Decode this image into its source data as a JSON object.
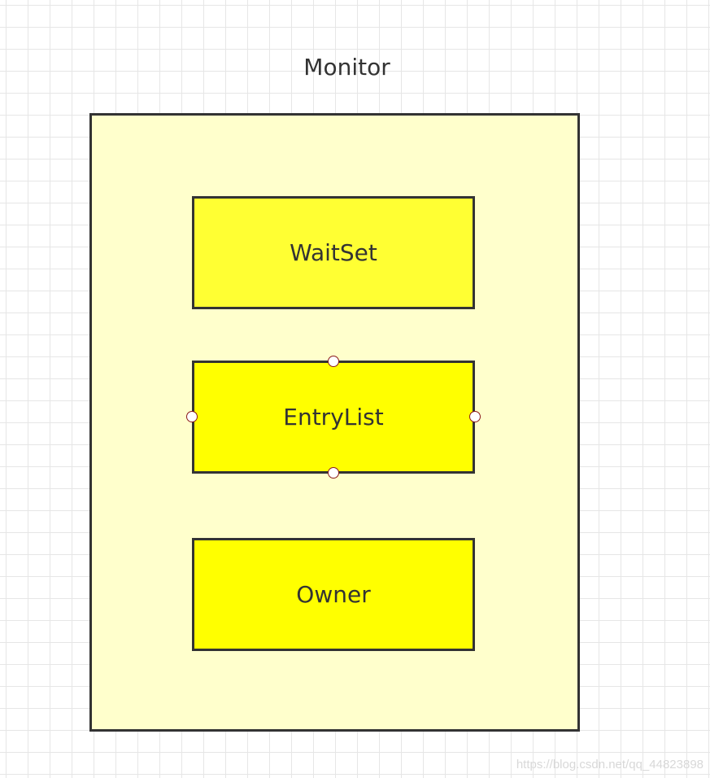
{
  "diagram": {
    "title": "Monitor",
    "boxes": {
      "waitset": "WaitSet",
      "entrylist": "EntryList",
      "owner": "Owner"
    },
    "colors": {
      "canvas_background": "#ffffff",
      "grid_line": "#e6e6e6",
      "monitor_fill": "#ffffcc",
      "waitset_fill": "#ffff33",
      "entrylist_fill": "#ffff00",
      "owner_fill": "#ffff00",
      "border": "#333333",
      "handle_border": "#8b1a1a"
    }
  },
  "watermark": "https://blog.csdn.net/qq_44823898"
}
